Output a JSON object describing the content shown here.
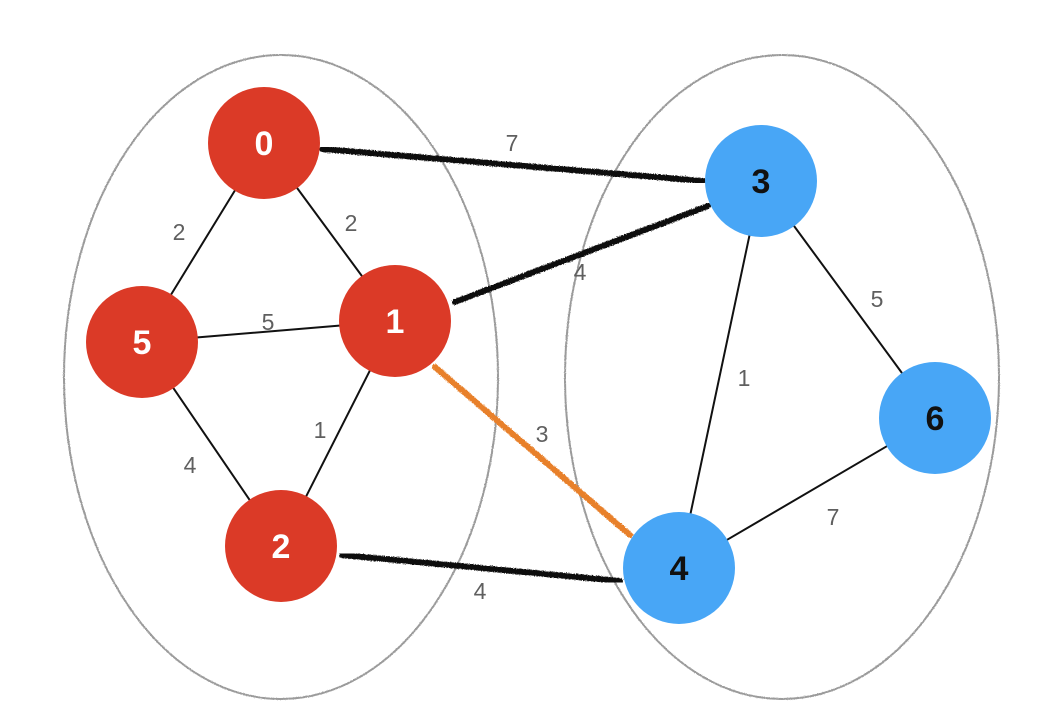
{
  "colors": {
    "group_a": "#db3a27",
    "group_b": "#48a6f6",
    "group_a_text": "#ffffff",
    "group_b_text": "#111111",
    "edge": "#111111",
    "cut_edge": "#111111",
    "highlight_edge": "#e8802a",
    "partition_outline": "#9b9b9b",
    "weight_text": "#5f5f5f"
  },
  "partitions": [
    {
      "name": "partition-left",
      "members": [
        "0",
        "1",
        "2",
        "5"
      ]
    },
    {
      "name": "partition-right",
      "members": [
        "3",
        "4",
        "6"
      ]
    }
  ],
  "nodes": [
    {
      "id": "0",
      "label": "0",
      "group": "a"
    },
    {
      "id": "1",
      "label": "1",
      "group": "a"
    },
    {
      "id": "2",
      "label": "2",
      "group": "a"
    },
    {
      "id": "5",
      "label": "5",
      "group": "a"
    },
    {
      "id": "3",
      "label": "3",
      "group": "b"
    },
    {
      "id": "4",
      "label": "4",
      "group": "b"
    },
    {
      "id": "6",
      "label": "6",
      "group": "b"
    }
  ],
  "edges": [
    {
      "from": "0",
      "to": "5",
      "weight": "2",
      "kind": "normal"
    },
    {
      "from": "0",
      "to": "1",
      "weight": "2",
      "kind": "normal"
    },
    {
      "from": "5",
      "to": "1",
      "weight": "5",
      "kind": "normal"
    },
    {
      "from": "5",
      "to": "2",
      "weight": "4",
      "kind": "normal"
    },
    {
      "from": "1",
      "to": "2",
      "weight": "1",
      "kind": "normal"
    },
    {
      "from": "3",
      "to": "4",
      "weight": "1",
      "kind": "normal"
    },
    {
      "from": "3",
      "to": "6",
      "weight": "5",
      "kind": "normal"
    },
    {
      "from": "4",
      "to": "6",
      "weight": "7",
      "kind": "normal"
    },
    {
      "from": "0",
      "to": "3",
      "weight": "7",
      "kind": "cut"
    },
    {
      "from": "1",
      "to": "3",
      "weight": "4",
      "kind": "cut"
    },
    {
      "from": "2",
      "to": "4",
      "weight": "4",
      "kind": "cut"
    },
    {
      "from": "1",
      "to": "4",
      "weight": "3",
      "kind": "highlight"
    }
  ]
}
